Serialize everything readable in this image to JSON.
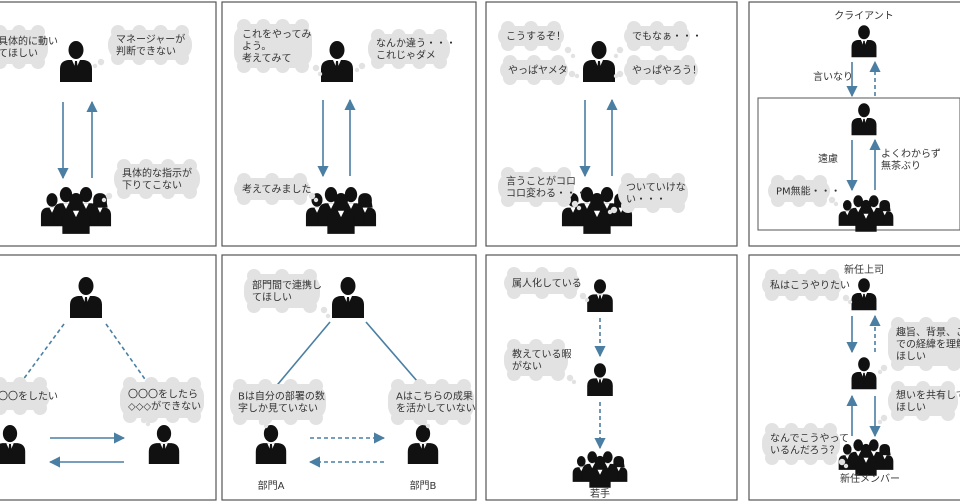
{
  "panels": [
    {
      "id": "p1",
      "bubbles": [
        {
          "lines": [
            "具体的に動い",
            "てほしい"
          ]
        },
        {
          "lines": [
            "マネージャーが",
            "判断できない"
          ]
        },
        {
          "lines": [
            "具体的な指示が",
            "下りてこない"
          ]
        }
      ]
    },
    {
      "id": "p2",
      "bubbles": [
        {
          "lines": [
            "これをやってみ",
            "よう。",
            "考えてみて"
          ]
        },
        {
          "lines": [
            "なんか違う・・・",
            "これじゃダメ"
          ]
        },
        {
          "lines": [
            "考えてみました"
          ]
        }
      ]
    },
    {
      "id": "p3",
      "bubbles": [
        {
          "lines": [
            "こうするぞ！"
          ]
        },
        {
          "lines": [
            "でもなぁ・・・"
          ]
        },
        {
          "lines": [
            "やっぱヤメタ"
          ]
        },
        {
          "lines": [
            "やっぱやろう！"
          ]
        },
        {
          "lines": [
            "言うことがコロ",
            "コロ変わる・・・"
          ]
        },
        {
          "lines": [
            "ついていけな",
            "い・・・"
          ]
        }
      ]
    },
    {
      "id": "p4",
      "labels": [
        "クライアント",
        "言いなり",
        "遠慮",
        "よくわからず",
        "無茶ぶり"
      ],
      "bubbles": [
        {
          "lines": [
            "PM無能・・・"
          ]
        }
      ]
    },
    {
      "id": "p5",
      "bubbles": [
        {
          "lines": [
            "〇〇をしたい"
          ]
        },
        {
          "lines": [
            "〇〇〇をしたら",
            "◇◇◇ができない"
          ]
        }
      ]
    },
    {
      "id": "p6",
      "labels": [
        "部門A",
        "部門B"
      ],
      "bubbles": [
        {
          "lines": [
            "部門間で連携し",
            "てほしい"
          ]
        },
        {
          "lines": [
            "Bは自分の部署の数",
            "字しか見ていない"
          ]
        },
        {
          "lines": [
            "Aはこちらの成果",
            "を活かしていない"
          ]
        }
      ]
    },
    {
      "id": "p7",
      "labels": [
        "若手"
      ],
      "bubbles": [
        {
          "lines": [
            "属人化している"
          ]
        },
        {
          "lines": [
            "教えている暇",
            "がない"
          ]
        }
      ]
    },
    {
      "id": "p8",
      "labels": [
        "新任上司",
        "新任メンバー"
      ],
      "bubbles": [
        {
          "lines": [
            "私はこうやりたい"
          ]
        },
        {
          "lines": [
            "趣旨、背景、これま",
            "での経緯を理解して",
            "ほしい"
          ]
        },
        {
          "lines": [
            "想いを共有して",
            "ほしい"
          ]
        },
        {
          "lines": [
            "なんでこうやって",
            "いるんだろう？"
          ]
        }
      ]
    }
  ],
  "colors": {
    "arrow": "#4a7fa3",
    "figure": "#111111",
    "bubble": "#e2e2e2",
    "border": "#555555"
  }
}
